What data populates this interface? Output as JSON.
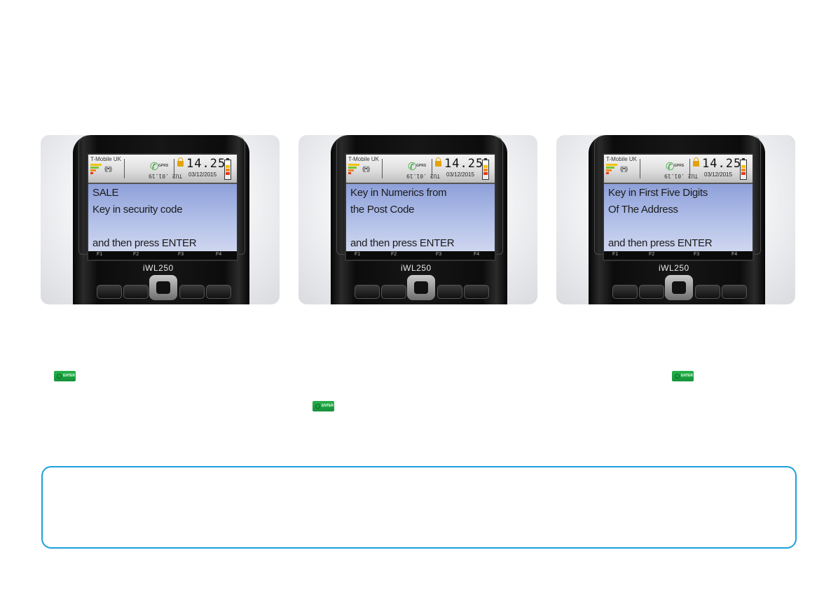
{
  "terminals": [
    {
      "carrier": "T-Mobile UK",
      "time": "14.25",
      "date": "03/12/2015",
      "gprs": "GPRS",
      "flipped_text": "TU2 .01.19",
      "lines": [
        "SALE",
        "Key in security code",
        "",
        "and then press ENTER"
      ],
      "fkeys": [
        "F1",
        "F2",
        "F3",
        "F4"
      ],
      "model": "iWL250"
    },
    {
      "carrier": "T-Mobile UK",
      "time": "14.25",
      "date": "03/12/2015",
      "gprs": "GPRS",
      "flipped_text": "TU2 .01.19",
      "lines": [
        "Key in Numerics from",
        "the Post Code",
        "",
        "and then press ENTER"
      ],
      "fkeys": [
        "F1",
        "F2",
        "F3",
        "F4"
      ],
      "model": "iWL250"
    },
    {
      "carrier": "T-Mobile UK",
      "time": "14.25",
      "date": "03/12/2015",
      "gprs": "GPRS",
      "flipped_text": "TU2 .01.19",
      "lines": [
        "Key in First Five Digits",
        "Of The Address",
        "",
        "and then press ENTER"
      ],
      "fkeys": [
        "F1",
        "F2",
        "F3",
        "F4"
      ],
      "model": "iWL250"
    }
  ],
  "enter_key_label": "ENTER",
  "colors": {
    "enter_green": "#1fa347",
    "info_border": "#1ba0dc",
    "lcd_blue": "#a9b8e6"
  }
}
